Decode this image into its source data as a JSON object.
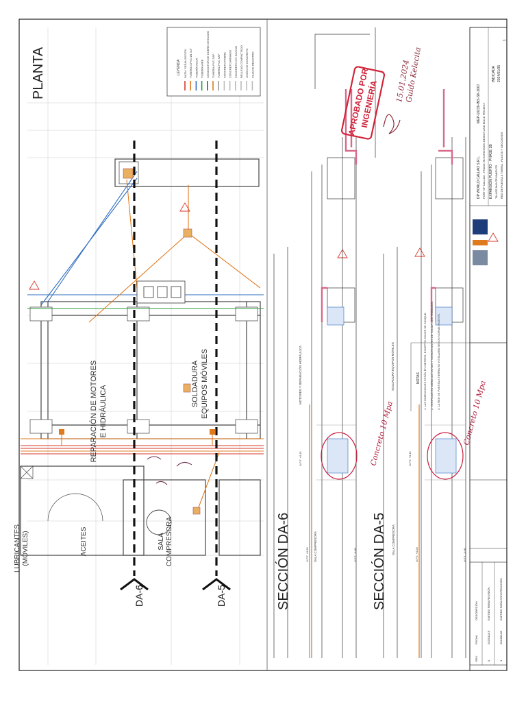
{
  "planta": {
    "title": "PLANTA",
    "rooms": {
      "motores": "REPARACIÓN DE MOTORES",
      "hidraulica": "E HIDRÁULICA",
      "soldadura": "SOLDADURA",
      "equipos": "EQUIPOS MÓVILES",
      "lubricantes": "LUBRICANTES",
      "moviles": "(MÓVILES)",
      "aceites": "ACEITES",
      "sala": "SALA",
      "compresora": "COMPRESORA"
    },
    "cut_labels": [
      "DA-6",
      "DA-5"
    ]
  },
  "legend": {
    "title": "LEYENDA",
    "items": [
      {
        "label": "DATA / SEÑALIZACIÓN",
        "color": "#d63a2a"
      },
      {
        "label": "TUBERÍA CPVC Ø1 1/2\"",
        "color": "#e07a1e"
      },
      {
        "label": "TUBERÍA AGUA",
        "color": "#2e6cc0"
      },
      {
        "label": "TUBERÍA AIRE",
        "color": "#2a9a3a"
      },
      {
        "label": "CONDUCTOR DE COBRE DESNUDO",
        "color": "#6a3f9a"
      },
      {
        "label": "TUBERÍA PVC SAP",
        "color": "#e07a1e"
      },
      {
        "label": "TUBERÍA PVC SAP",
        "color": "#999999"
      },
      {
        "label": "CONCRETO POBRE",
        "color": "#bbbbbb"
      },
      {
        "label": "CONCRETO ARMADO",
        "color": "#bbbbbb"
      },
      {
        "label": "CONCRETO 175 KG/CM2",
        "color": "#bbbbbb"
      },
      {
        "label": "RELLENO COMPACTADO",
        "color": "#bbbbbb"
      },
      {
        "label": "UNIÓN DE CONCRETO",
        "color": "#bbbbbb"
      },
      {
        "label": "CAJA DE REGISTRO",
        "color": "#bbbbbb"
      }
    ]
  },
  "sections": {
    "da6_title": "SECCIÓN DA-6",
    "da5_title": "SECCIÓN DA-5",
    "da6_notes": [
      "MOTORES Y REPARACIÓN HIDRÁULICA",
      "SALA COMPRESORA"
    ],
    "da5_notes": [
      "SOLDADURA EQUIPOS MÓVILES",
      "SALA COMPRESORA"
    ],
    "levels": [
      "N.P.T. +0.15",
      "N.P.T. +0.00",
      "N.F.Z. -0.80"
    ]
  },
  "stamp": {
    "line1": "APROBADO POR",
    "line2": "INGENIERÍA"
  },
  "handwriting": {
    "concreto1": "Concreto 10 Mpa",
    "concreto2": "Concreto 10 Mpa",
    "signature_date": "15.01.2024",
    "signature_name": "Guido Kelecita"
  },
  "title_block": {
    "company": "DP WORLD CALLAO S.R.L.",
    "project": "PORT OF CALLAO - PHASE 2B EXPANSION DESIGN AND BUILD PROJECT",
    "sub": "EXPANSIÓN PUERTO - PHASE 2B",
    "taller": "TALLER MANTENIMIENTO",
    "drawing_title": "RED DE PUESTA A TIERRA - PLANTA Y SECCIONES",
    "drawing_no": "MEP-10239-INS-SK-3067",
    "scale": "INDICADA",
    "date": "2024/01/05",
    "revision": "1"
  },
  "notes": {
    "title": "NOTAS",
    "items": [
      "1. LAS DIMENSIONES ESTÁN EN METROS, EXCEPTO DONDE SE INDIQUE.",
      "2. VERIFICAR EN OBRA LAS COTAS Y NIVELES ANTES DE INICIAR LOS TRABAJOS.",
      "3. LA RED DE PUESTA A TIERRA SE INSTALARÁ SEGÚN NORMA VIGENTE."
    ]
  },
  "revisions_table": {
    "headers": [
      "REV.",
      "FECHA",
      "DESCRIPCIÓN"
    ],
    "rows": [
      [
        "0",
        "2023/12/15",
        "EMITIDO PARA REVISIÓN"
      ],
      [
        "1",
        "2024/01/05",
        "EMITIDO PARA CONSTRUCCIÓN"
      ]
    ]
  }
}
